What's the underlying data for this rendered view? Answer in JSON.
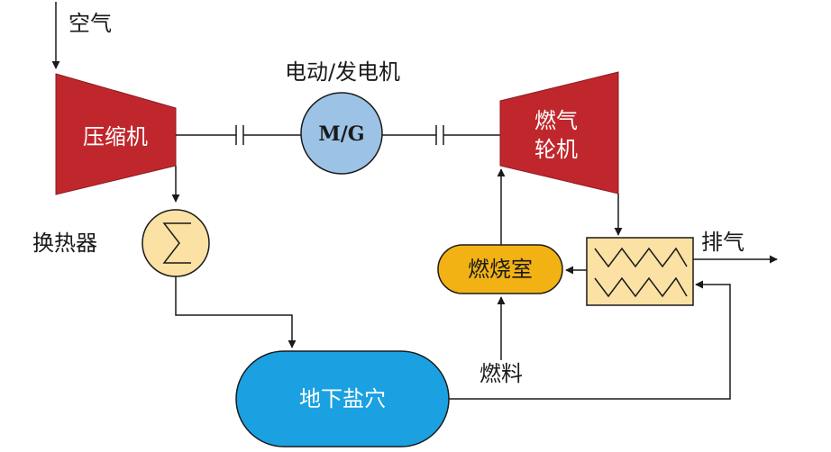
{
  "labels": {
    "air": "空气",
    "motor_generator": "电动/发电机",
    "mg_short": "M/G",
    "compressor": "压缩机",
    "turbine_line1": "燃气",
    "turbine_line2": "轮机",
    "heat_exchanger": "换热器",
    "combustor": "燃烧室",
    "exhaust": "排气",
    "fuel": "燃料",
    "salt_cavern": "地下盐穴"
  },
  "colors": {
    "machine_red": "#c0272d",
    "mg_blue": "#9cc3e6",
    "heat_exchanger_fill": "#fbe1a4",
    "combustor_fill": "#f2b213",
    "cavern_blue": "#1ba1e2",
    "line": "#1a1a1a"
  }
}
